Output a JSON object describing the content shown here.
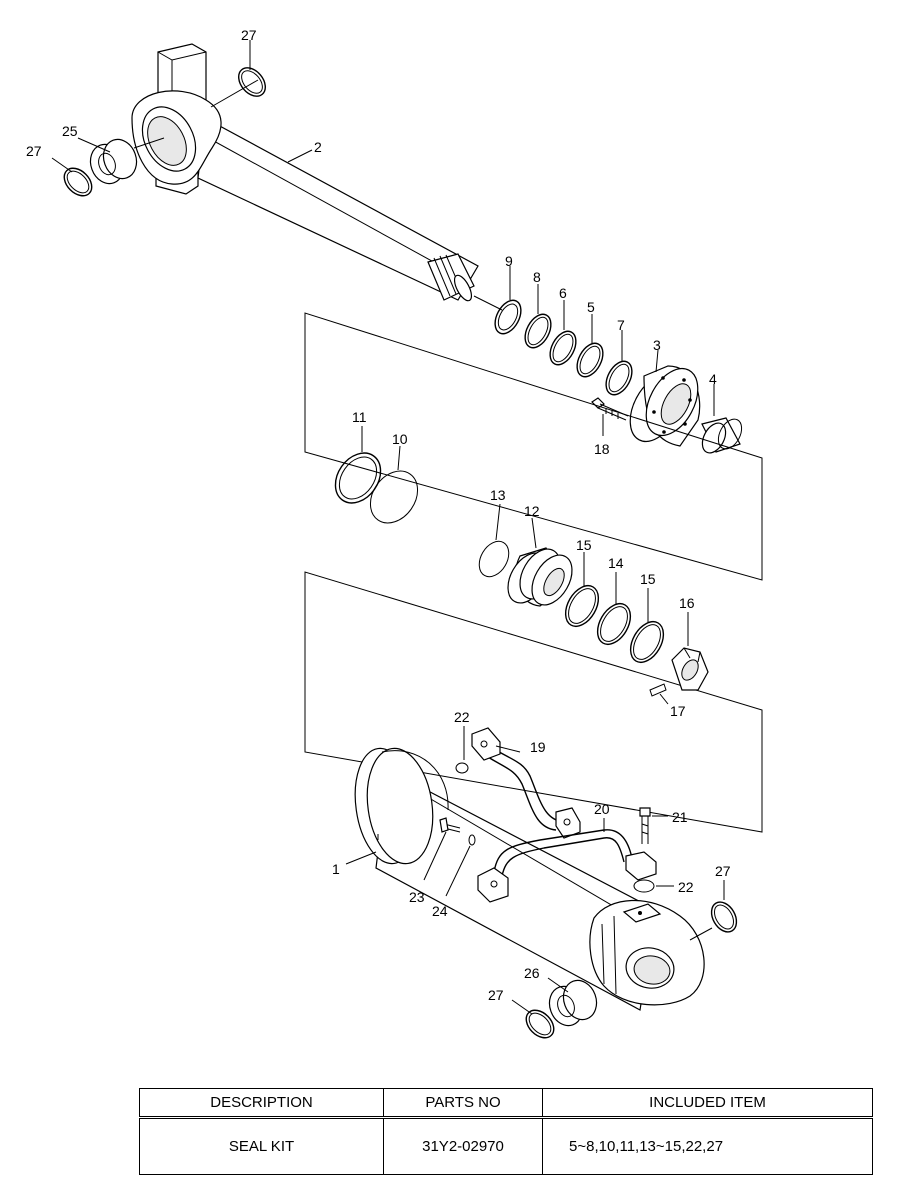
{
  "callouts": {
    "c1": "1",
    "c2": "2",
    "c3": "3",
    "c4": "4",
    "c5": "5",
    "c6": "6",
    "c7": "7",
    "c8": "8",
    "c9": "9",
    "c10": "10",
    "c11": "11",
    "c12": "12",
    "c13": "13",
    "c14": "14",
    "c15a": "15",
    "c15b": "15",
    "c16": "16",
    "c17": "17",
    "c18": "18",
    "c19": "19",
    "c20": "20",
    "c21": "21",
    "c22a": "22",
    "c22b": "22",
    "c23": "23",
    "c24": "24",
    "c25": "25",
    "c26": "26",
    "c27a": "27",
    "c27b": "27",
    "c27c": "27",
    "c27d": "27"
  },
  "table": {
    "headers": [
      "DESCRIPTION",
      "PARTS NO",
      "INCLUDED ITEM"
    ],
    "rows": [
      [
        "SEAL KIT",
        "31Y2-02970",
        "5~8,10,11,13~15,22,27"
      ]
    ]
  }
}
